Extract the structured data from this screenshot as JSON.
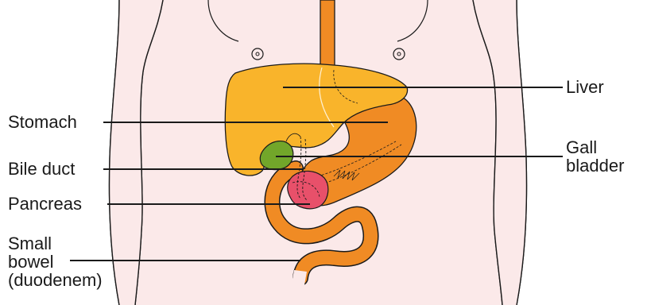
{
  "labels": {
    "liver": "Liver",
    "stomach": "Stomach",
    "gall_bladder": [
      "Gall",
      "bladder"
    ],
    "bile_duct": "Bile duct",
    "pancreas": "Pancreas",
    "small_bowel": [
      "Small",
      "bowel",
      "(duodenem)"
    ]
  },
  "colors": {
    "skin": "#fbe9e9",
    "outline": "#1a1a1a",
    "liver": "#f9b42b",
    "stomach": "#f08b24",
    "esophagus": "#f08b24",
    "gall_bladder": "#72a62a",
    "pancreas": "#e8506a",
    "bowel": "#f08b24"
  }
}
